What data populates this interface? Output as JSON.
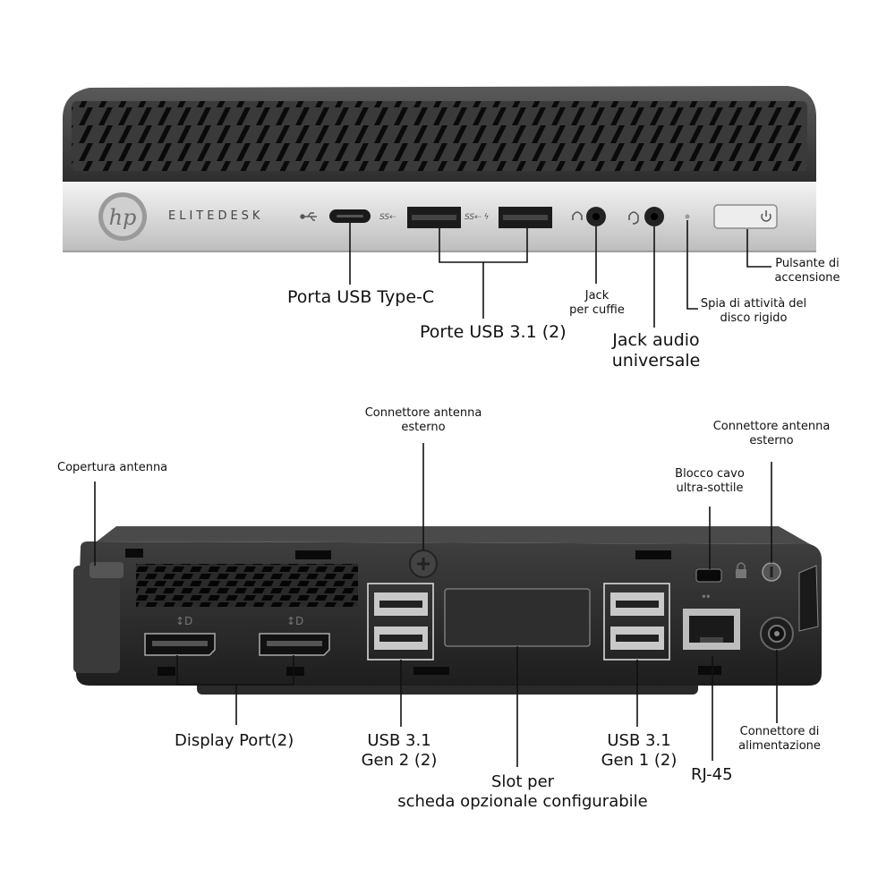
{
  "front": {
    "brand": "ELITEDESK",
    "logo": "hp",
    "port_labels": {
      "usb_c": "Porta USB Type-C",
      "usb31_ports": "Porte USB 3.1 (2)",
      "headphone_jack_l1": "Jack",
      "headphone_jack_l2": "per cuffie",
      "universal_jack_l1": "Jack audio",
      "universal_jack_l2": "universale",
      "hdd_led_l1": "Spia di attività del",
      "hdd_led_l2": "disco rigido",
      "power_l1": "Pulsante di",
      "power_l2": "accensione"
    },
    "icons": [
      "usb-icon",
      "usb-ss-icon",
      "usb-ss-charge-icon",
      "headphone-icon",
      "headset-icon",
      "power-icon"
    ]
  },
  "back": {
    "labels": {
      "antenna_cover": "Copertura antenna",
      "ext_antenna_center_l1": "Connettore antenna",
      "ext_antenna_center_l2": "esterno",
      "ext_antenna_right_l1": "Connettore antenna",
      "ext_antenna_right_l2": "esterno",
      "cable_lock_l1": "Blocco cavo",
      "cable_lock_l2": "ultra-sottile",
      "display_port": "Display Port(2)",
      "usb31_gen2_l1": "USB 3.1",
      "usb31_gen2_l2": "Gen 2 (2)",
      "slot_l1": "Slot per",
      "slot_l2": "scheda opzionale configurabile",
      "usb31_gen1_l1": "USB 3.1",
      "usb31_gen1_l2": "Gen 1 (2)",
      "rj45": "RJ-45",
      "power_conn_l1": "Connettore di",
      "power_conn_l2": "alimentazione"
    }
  }
}
